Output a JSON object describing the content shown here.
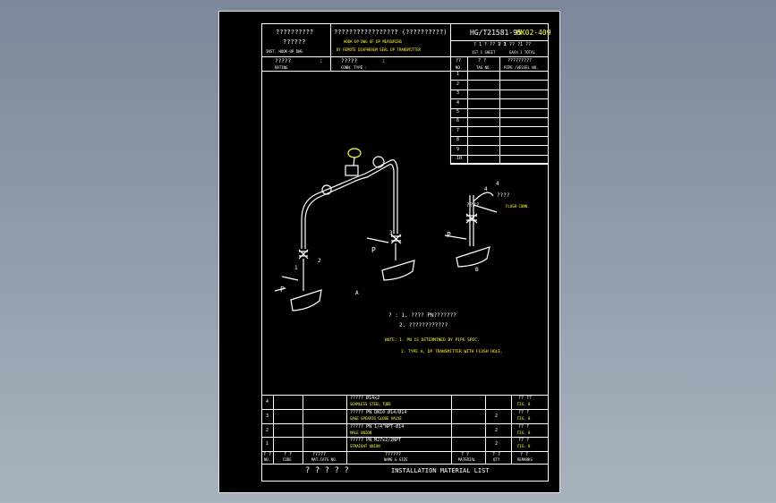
{
  "title_block": {
    "left_cn_1": "??????????",
    "left_cn_2": "??????",
    "left_en": "INST. HOOK-UP DWG",
    "center_cn": "????????????????? (??????????)",
    "center_en_1": "HOOK-UP DWG OF DP MEASURING",
    "center_en_2": "BY REMOTE DIAPHRAGM SEAL DP TRANSMITTER",
    "std_no": "HG/T21581-95",
    "dwg_no": "HK02-409",
    "sheet_cn": "? 1 ? ?? 1 ?",
    "sheet_cn2": "? 1 ??   ?1 ??",
    "sheet_en": "1ST 1 SHEET",
    "total_en": "EACH 1 TOTAL",
    "rating_cn": "?????",
    "rating_colon": ":",
    "rating_en": "RATING",
    "conn_cn": "?????",
    "conn_colon": ":",
    "conn_en": "CONN. TYPE :"
  },
  "tag_table": {
    "header_no_cn": "??",
    "header_no_en": "NO.",
    "header_tag_cn": "? ?",
    "header_tag_en": "TAG NO.",
    "header_pipe_cn": "?????????",
    "header_pipe_en": "PIPE /VESSEL NO.",
    "rows": [
      "1",
      "2",
      "3",
      "4",
      "5",
      "6",
      "7",
      "8",
      "9",
      "10"
    ]
  },
  "drawing": {
    "label_a": "A",
    "label_b": "B",
    "label_p1": "P",
    "label_p2": "P",
    "label_p3": "P",
    "callout_1": "1",
    "callout_2": "2",
    "callout_3": "3",
    "callout_4": "4",
    "callout_4b": "4",
    "callout_cn_b": "????",
    "callout_cn_b2": "????",
    "flush_label": "FLUSH CONN.",
    "note_cn_1": "? : 1. ???? PN???????",
    "note_cn_2": "2. ????????????",
    "note_en_1": "NOTE: 1. PN IS DETERMINED BY PIPE SPEC.",
    "note_en_2": "2. TYPE A, DP TRANSMITTER WITH FLUSH HOLE."
  },
  "material_list": {
    "rows": [
      {
        "no": "4",
        "cn": "?????     Ø14x2",
        "en": "SEAMLESS STEEL TUBE",
        "qty": "",
        "mat_cn": "?? ??",
        "mat_en": "FIG. 8"
      },
      {
        "no": "3",
        "cn": "?????     PN     DN10 Ø14/Ø14",
        "en": "GAGE SPEARIG GLOBE VALVE",
        "qty": "2",
        "mat_cn": "?? ?",
        "mat_en": "FIG. 8"
      },
      {
        "no": "2",
        "cn": "?????     PN     1/4\"NPT-Ø14",
        "en": "MALE UNION",
        "qty": "2",
        "mat_cn": "?? ?",
        "mat_en": "FIG. 8"
      },
      {
        "no": "1",
        "cn": "?????     PN     M27x2/2NPT",
        "en": "STRAIGHT UNION",
        "qty": "2",
        "mat_cn": "?? ?",
        "mat_en": "FIG. 8"
      }
    ],
    "header_no_cn": "? ?",
    "header_no_en": "NO.",
    "header_code_cn": "? ?",
    "header_code_en": "CODE",
    "header_mat_cn": "?????",
    "header_mat_en": "MAT.CATG NO.",
    "header_name_cn": "??????",
    "header_name_en": "NAME & SIZE",
    "header_material_cn": "? ?",
    "header_material_en": "MATERIAL",
    "header_qty_cn": "? ?",
    "header_qty_en": "QTY",
    "header_rem_cn": "? ?",
    "header_rem_en": "REMARKS",
    "footer_cn": "? ? ? ? ?",
    "footer_en": "INSTALLATION MATERIAL LIST"
  },
  "colors": {
    "line": "#ffffff",
    "text_yellow": "#ffff33",
    "background": "#000000",
    "viewport": "#8f9aaa"
  }
}
